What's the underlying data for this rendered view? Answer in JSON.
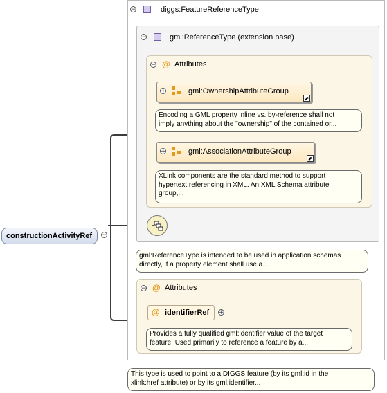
{
  "root_element": {
    "label": "constructionActivityRef"
  },
  "feature_type": {
    "label": "diggs:FeatureReferenceType"
  },
  "reference_type": {
    "label": "gml:ReferenceType (extension base)"
  },
  "inner_attributes": {
    "title": "Attributes",
    "groups": [
      {
        "label": "gml:OwnershipAttributeGroup",
        "doc": "Encoding a GML property inline vs. by-reference shall not\nimply anything about the \"ownership\" of the contained or..."
      },
      {
        "label": "gml:AssociationAttributeGroup",
        "doc": "XLink components are the standard method to support\nhypertext referencing in XML. An XML Schema attribute\ngroup,..."
      }
    ]
  },
  "reference_type_doc": "gml:ReferenceType is intended to be used in application schemas\ndirectly, if a property element shall use a...",
  "outer_attributes": {
    "title": "Attributes",
    "attribute": {
      "label": "identifierRef",
      "doc": "Provides a fully qualified gml:identifier value of the target\nfeature. Used primarily to reference a feature by a..."
    }
  },
  "feature_type_doc": "This type is used to point to a DIGGS feature (by its gml:id in the\nxlink:href attribute) or by its gml:identifier...",
  "icons": {
    "collapse": "minus-circle-icon",
    "expand": "plus-circle-icon",
    "complex_type": "purple-cube-icon",
    "attribute_group": "orange-squares-icon",
    "attribute": "at-sign-icon",
    "sequence": "sequence-compositor-icon",
    "link": "external-link-arrow-icon"
  },
  "colors": {
    "connector": "#3c3c3c",
    "attribute_accent": "#e39a1c",
    "type_cube": "#d6ccef",
    "element_fill": "#dbe3f1"
  }
}
